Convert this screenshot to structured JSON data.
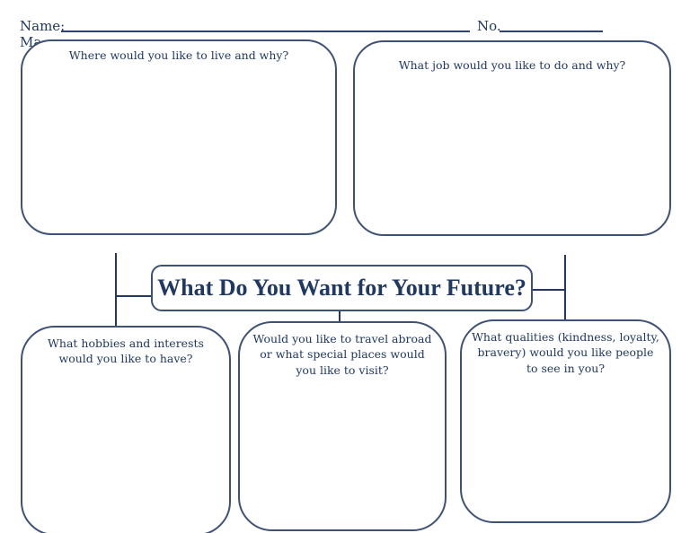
{
  "header": {
    "name_label": "Name:",
    "no_label": "No.",
    "partial_label": "Ma"
  },
  "center": {
    "title": "What Do You Want for Your Future?"
  },
  "questions": {
    "live": "Where would you like to live and why?",
    "job": "What job would you like to do and why?",
    "hobbies": "What hobbies and interests would you like to have?",
    "travel": "Would you like to travel abroad or what special places would you like to visit?",
    "qualities": "What qualities (kindness, loyalty, bravery) would you like people to see in you?"
  },
  "colors": {
    "box_border": "#3E5278",
    "text": "#1F3864",
    "connector": "#24375E"
  }
}
